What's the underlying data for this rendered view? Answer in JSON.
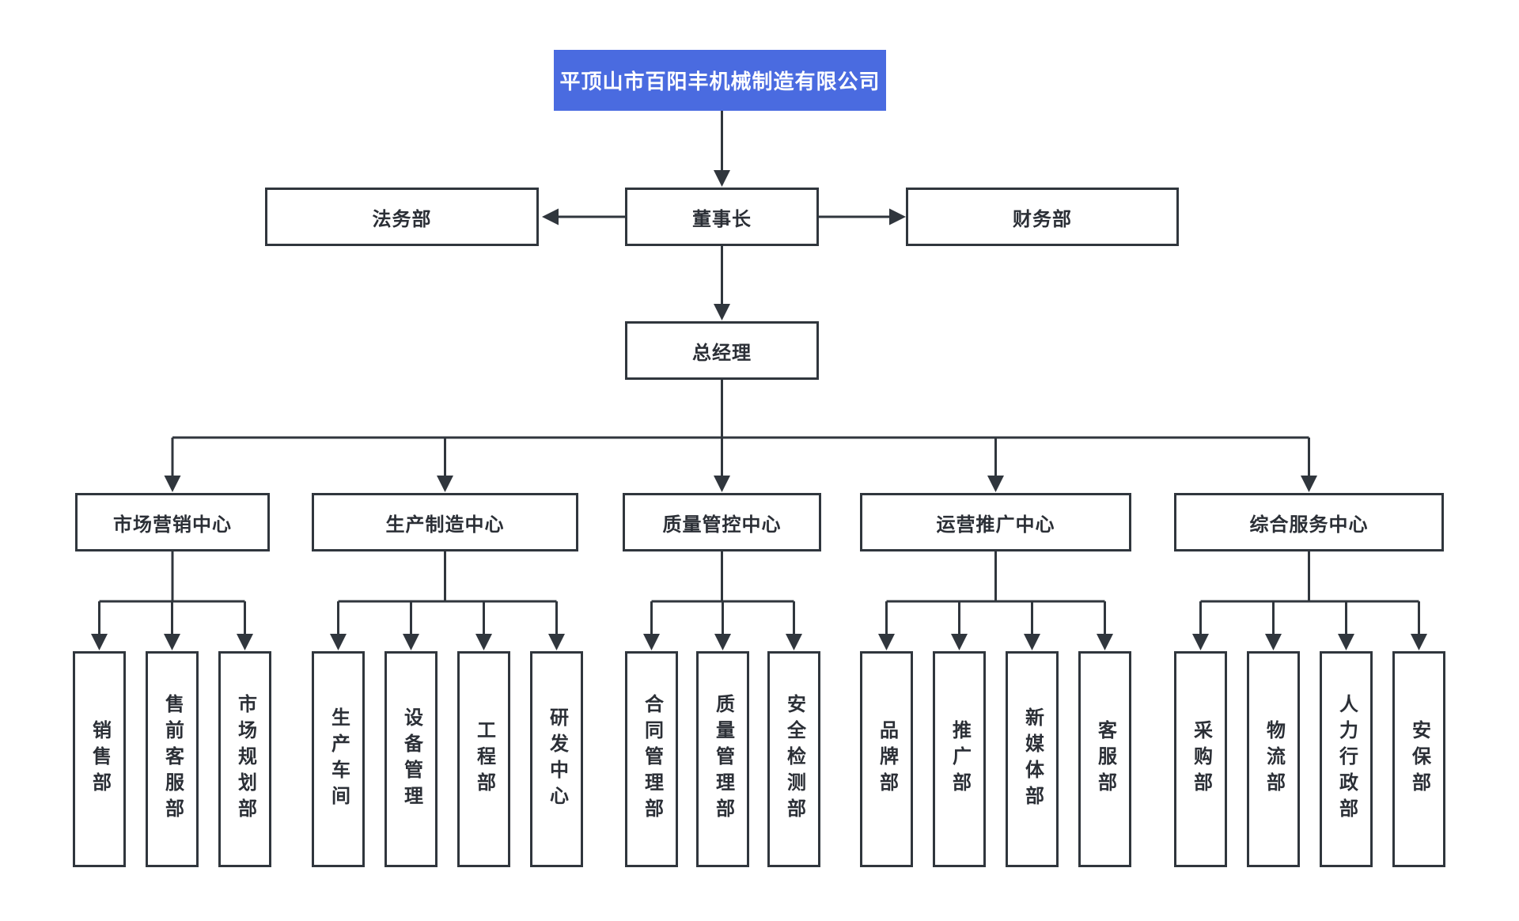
{
  "org": {
    "root": {
      "label": "平顶山市百阳丰机械制造有限公司"
    },
    "chairman": {
      "label": "董事长"
    },
    "legal": {
      "label": "法务部"
    },
    "finance": {
      "label": "财务部"
    },
    "gm": {
      "label": "总经理"
    },
    "centers": [
      {
        "label": "市场营销中心",
        "departments": [
          "销售部",
          "售前客服部",
          "市场规划部"
        ]
      },
      {
        "label": "生产制造中心",
        "departments": [
          "生产车间",
          "设备管理",
          "工程部",
          "研发中心"
        ]
      },
      {
        "label": "质量管控中心",
        "departments": [
          "合同管理部",
          "质量管理部",
          "安全检测部"
        ]
      },
      {
        "label": "运营推广中心",
        "departments": [
          "品牌部",
          "推广部",
          "新媒体部",
          "客服部"
        ]
      },
      {
        "label": "综合服务中心",
        "departments": [
          "采购部",
          "物流部",
          "人力行政部",
          "安保部"
        ]
      }
    ],
    "colors": {
      "root_bg": "#4a6be0",
      "root_text": "#ffffff",
      "node_bg": "#ffffff",
      "border": "#30363d",
      "line": "#30363d",
      "text": "#2b2f36",
      "background": "#ffffff"
    }
  }
}
